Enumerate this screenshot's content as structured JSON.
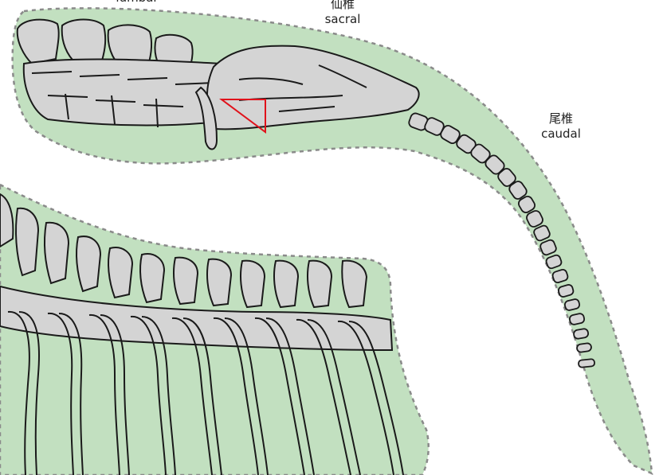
{
  "labels": {
    "lumbar": {
      "en": "lumbar"
    },
    "sacral": {
      "cn": "仙椎",
      "en": "sacral"
    },
    "caudal": {
      "cn": "尾椎",
      "en": "caudal"
    }
  },
  "colors": {
    "region_fill": "#c2e0c0",
    "region_outline": "#8a8a8a",
    "bone_fill": "#d4d4d4",
    "bone_stroke": "#1a1a1a",
    "marker": "#e0121b"
  }
}
